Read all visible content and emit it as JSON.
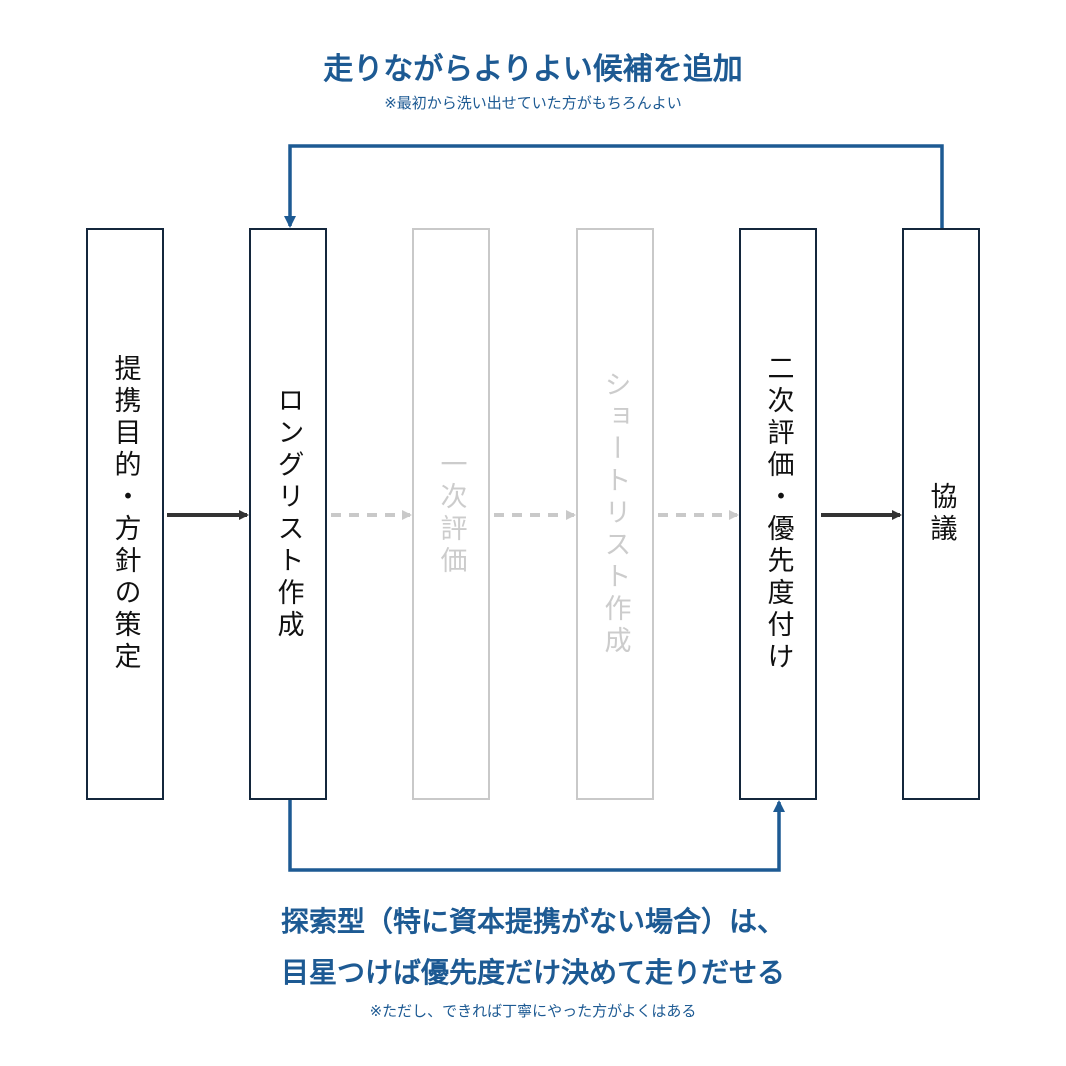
{
  "top_caption": {
    "title": "走りながらよりよい候補を追加",
    "note": "※最初から洗い出せていた方がもちろんよい"
  },
  "steps": [
    {
      "label": "提携目的・方針の策定",
      "state": "active"
    },
    {
      "label": "ロングリスト作成",
      "state": "active"
    },
    {
      "label": "一次評価",
      "state": "skipped"
    },
    {
      "label": "ショートリスト作成",
      "state": "skipped"
    },
    {
      "label": "二次評価・優先度付け",
      "state": "active"
    },
    {
      "label": "協議",
      "state": "active"
    }
  ],
  "bottom_caption": {
    "title_line1": "探索型（特に資本提携がない場合）は、",
    "title_line2": "目星つけば優先度だけ決めて走りだせる",
    "note": "※ただし、できれば丁寧にやった方がよくはある"
  },
  "colors": {
    "accent": "#1d5a93",
    "box_border": "#14273c",
    "arrow": "#333333",
    "faded": "#c9c9c9"
  }
}
